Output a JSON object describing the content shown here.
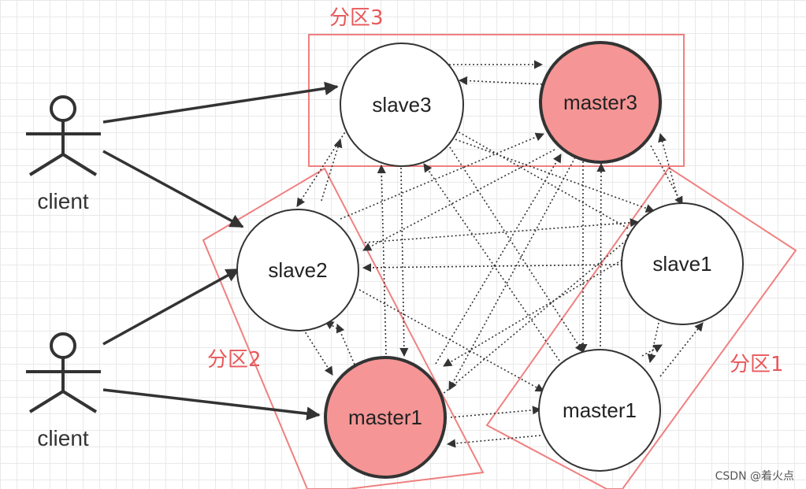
{
  "colors": {
    "partition_border": "#f08080",
    "partition_label": "#e8585a",
    "master_fill": "#f59595",
    "node_stroke": "#333333",
    "arrow": "#333333"
  },
  "partitions": {
    "p3": "分区3",
    "p2": "分区2",
    "p1": "分区1"
  },
  "nodes": {
    "slave3": "slave3",
    "master3": "master3",
    "slave2": "slave2",
    "master1_p2": "master1",
    "slave1": "slave1",
    "master1_p1": "master1"
  },
  "clients": {
    "top": "client",
    "bottom": "client"
  },
  "watermark": "CSDN @着火点"
}
